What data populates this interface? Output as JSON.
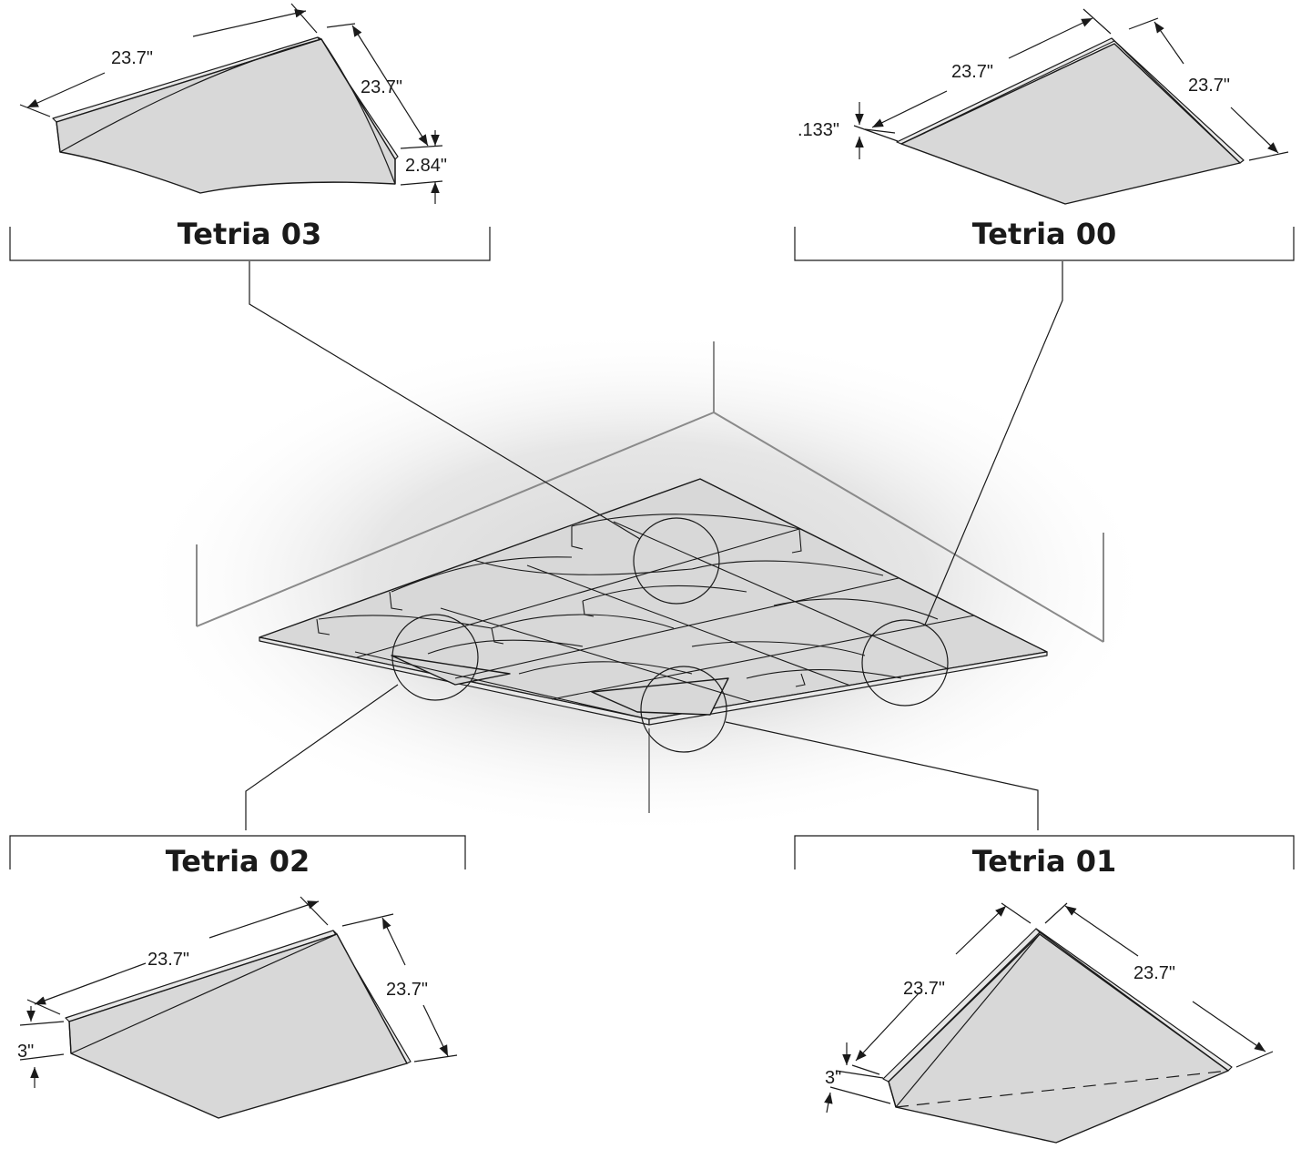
{
  "tiles": {
    "t03": {
      "title": "Tetria 03",
      "dim_a": "23.7\"",
      "dim_b": "23.7\"",
      "dim_c": "2.84\""
    },
    "t00": {
      "title": "Tetria 00",
      "dim_a": "23.7\"",
      "dim_b": "23.7\"",
      "dim_c": ".133\""
    },
    "t02": {
      "title": "Tetria 02",
      "dim_a": "23.7\"",
      "dim_b": "23.7\"",
      "dim_c": "3\""
    },
    "t01": {
      "title": "Tetria 01",
      "dim_a": "23.7\"",
      "dim_b": "23.7\"",
      "dim_c": "3\""
    }
  },
  "colors": {
    "panel_fill": "#d8d8d8",
    "line": "#1a1a1a",
    "ceiling_line": "#8a8a8a",
    "glow": "#dcdcdc"
  }
}
